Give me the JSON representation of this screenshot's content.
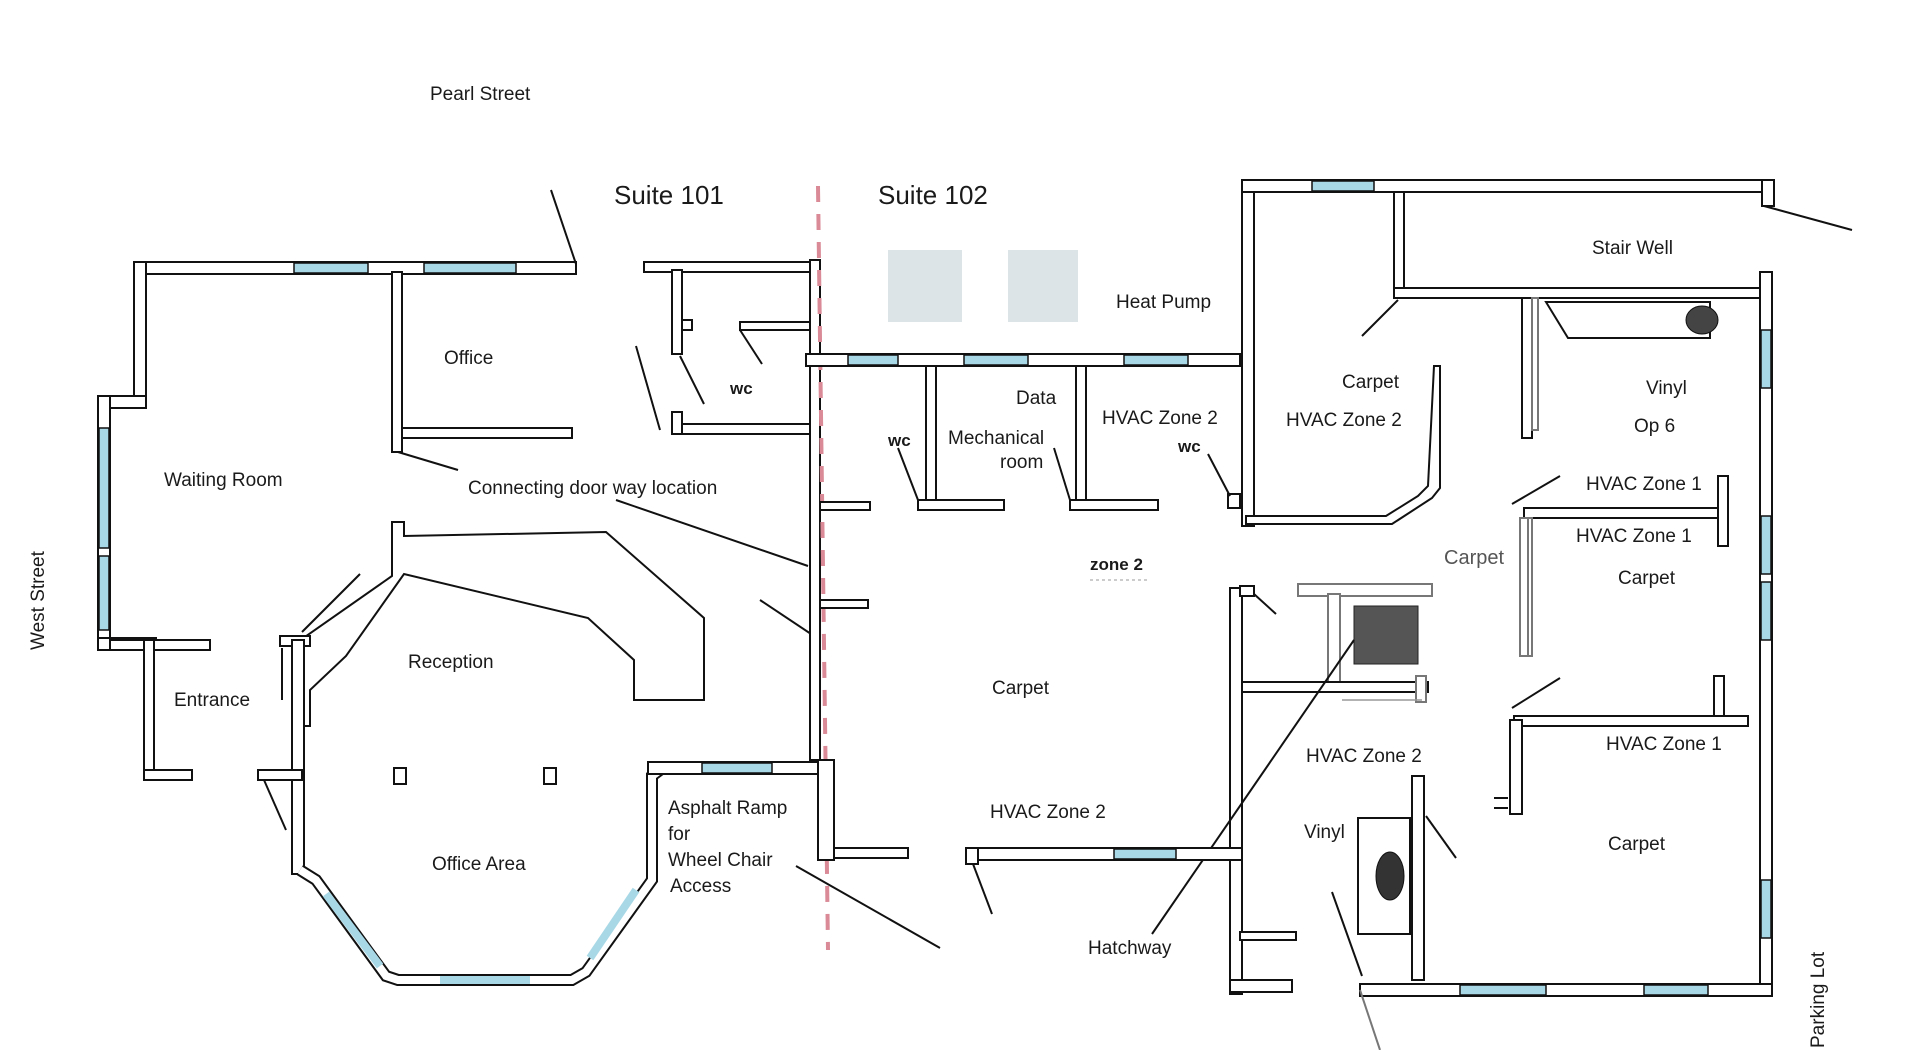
{
  "streets": {
    "north": "Pearl Street",
    "west": "West Street",
    "east": "Parking Lot"
  },
  "suites": {
    "left": "Suite 101",
    "right": "Suite 102"
  },
  "rooms": {
    "office": "Office",
    "waiting_room": "Waiting Room",
    "entrance": "Entrance",
    "reception": "Reception",
    "office_area": "Office Area",
    "wc_101": "wc",
    "connecting_door": "Connecting door way location",
    "ramp_line1": "Asphalt Ramp",
    "ramp_line2": "for",
    "ramp_line3": "Wheel Chair",
    "ramp_line4": "Access",
    "heat_pump": "Heat Pump",
    "data": "Data",
    "mechanical_line1": "Mechanical",
    "mechanical_line2": "room",
    "wc_mech": "wc",
    "hvac_zone2_a": "HVAC Zone  2",
    "wc_hvac": "wc",
    "carpet_a": "Carpet",
    "hvac_zone2_b": "HVAC Zone  2",
    "stair_well": "Stair Well",
    "vinyl_a": "Vinyl",
    "op6": "Op 6",
    "hvac_zone1_a": "HVAC Zone 1",
    "hvac_zone1_b": "HVAC Zone 1",
    "carpet_grey": "Carpet",
    "carpet_b": "Carpet",
    "zone2": "zone 2",
    "carpet_main": "Carpet",
    "hvac_zone2_c": "HVAC Zone  2",
    "hvac_zone2_d": "HVAC Zone  2",
    "hvac_zone1_c": "HVAC Zone 1",
    "vinyl_b": "Vinyl",
    "carpet_c": "Carpet",
    "hatchway": "Hatchway"
  }
}
